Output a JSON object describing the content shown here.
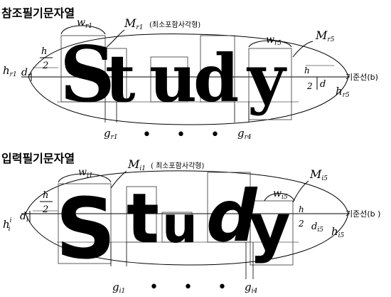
{
  "reference": {
    "title": "참조필기문자열",
    "word_letters": [
      "S",
      "t",
      "u",
      "d",
      "y"
    ],
    "w_r1": "w",
    "w_r1_sub": "r1",
    "m_r1": "M",
    "m_r1_sub": "r1",
    "m_r1_note": "(최소포함사각형)",
    "w_r5": "w",
    "w_r5_sub": "r5",
    "m_r5": "M",
    "m_r5_sub": "r5",
    "h_r1": "h",
    "h_r1_sub": "r1",
    "d_r": "d",
    "d_r_sub": "r",
    "h_frac": "h",
    "two": "2",
    "h_right": "h",
    "two_right": "2",
    "d_right": "d",
    "h_r5": "h",
    "h_r5_sub": "r5",
    "g_r1": "g",
    "g_r1_sub": "r1",
    "g_r4": "g",
    "g_r4_sub": "r4",
    "baseline_label": "기준선(b)",
    "dots": "• • •",
    "hr1_letter": "h",
    "hr1_sub": "r1"
  },
  "input": {
    "title": "입력필기문자열",
    "word_letters": [
      "S",
      "t",
      "u",
      "d",
      "y"
    ],
    "w_i1": "w",
    "w_i1_sub": "i1",
    "m_i1": "M",
    "m_i1_sub": "i1",
    "m_i1_note": "( 최소포함사각형)",
    "w_i5": "w",
    "w_i5_sub": "i5",
    "m_i5": "M",
    "m_i5_sub": "i5",
    "h_i": "h",
    "h_i_sub": "i",
    "h_i_sup": "i",
    "d_i": "d",
    "d_i_sub": "i",
    "h_frac": "h",
    "two": "2",
    "h_right": "h",
    "two_right": "2",
    "d_i5": "d",
    "d_i5_sub": "i5",
    "h_i5": "h",
    "h_i5_sub": "i5",
    "g_i1": "g",
    "g_i1_sub": "i1",
    "g_i4": "g",
    "g_i4_sub": "i4",
    "baseline_label": "기준선(b )",
    "dots": "• • •"
  }
}
